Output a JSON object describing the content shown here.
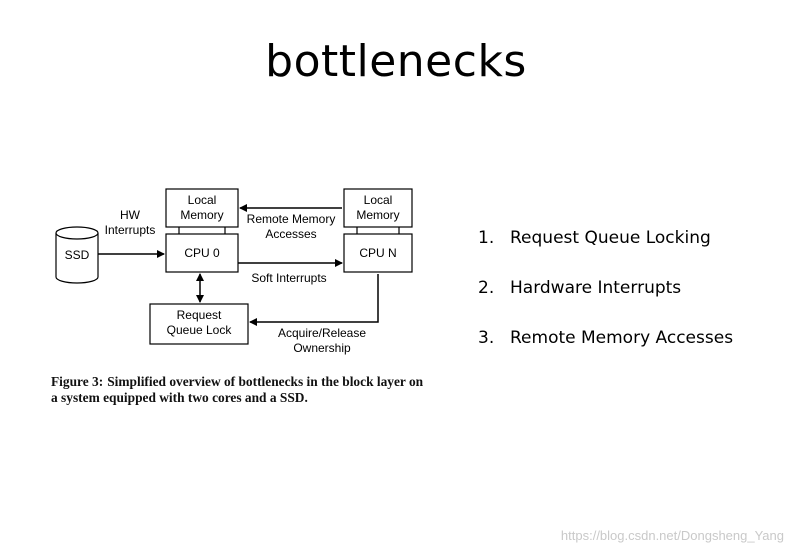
{
  "slide": {
    "title": "bottlenecks"
  },
  "diagram": {
    "ssd_label": "SSD",
    "hw_interrupts_line1": "HW",
    "hw_interrupts_line2": "Interrupts",
    "local_memory_left_line1": "Local",
    "local_memory_left_line2": "Memory",
    "local_memory_right_line1": "Local",
    "local_memory_right_line2": "Memory",
    "cpu0_label": "CPU 0",
    "cpun_label": "CPU N",
    "remote_memory_line1": "Remote Memory",
    "remote_memory_line2": "Accesses",
    "soft_interrupts": "Soft Interrupts",
    "request_queue_line1": "Request",
    "request_queue_line2": "Queue Lock",
    "acquire_release_line1": "Acquire/Release",
    "acquire_release_line2": "Ownership"
  },
  "caption": {
    "label": "Figure 3:",
    "text": "Simplified overview of bottlenecks in the block layer on a system equipped with two cores and a SSD."
  },
  "points": [
    {
      "number": "1.",
      "text": "Request Queue Locking"
    },
    {
      "number": "2.",
      "text": "Hardware Interrupts"
    },
    {
      "number": "3.",
      "text": "Remote Memory Accesses"
    }
  ],
  "watermark": "https://blog.csdn.net/Dongsheng_Yang"
}
